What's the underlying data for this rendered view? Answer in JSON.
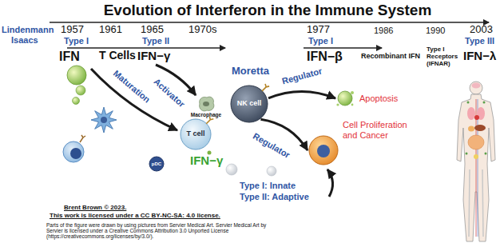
{
  "diagram": {
    "title": "Evolution of Interferon in the Immune System",
    "nodes": [
      {
        "text": [
          "NK cell"
        ]
      },
      {
        "text": [
          "Macrophage"
        ]
      },
      {
        "text": [
          "Apoptosis"
        ]
      },
      {
        "text": [
          "T cell"
        ]
      },
      {
        "text": [
          "Cell Proliferation and Cancer"
        ]
      },
      {
        "text": [
          "pDC"
        ]
      }
    ],
    "edges": [
      {
        "from": 0,
        "to": 2,
        "label": "Regulator",
        "arrow": "to"
      },
      {
        "from": 0,
        "to": 4,
        "label": "Regulator",
        "arrow": "to"
      }
    ],
    "labels": [
      "Lindenmann",
      "Isaacs",
      "1957",
      "1961",
      "1965",
      "1970s",
      "1977",
      "1986",
      "1990",
      "2003",
      "Type I",
      "IFN",
      "T Cells",
      "Type II",
      "IFN−γ",
      "Moretta",
      "Type I",
      "IFN−β",
      "Recombinant IFN",
      "Type I Receptors (IFNAR)",
      "Type III",
      "IFN−λ",
      "Maturation",
      "Activator",
      "IFN−γ",
      "Type I: Innate",
      "Type II: Adaptive",
      "Brent Brown © 2023.",
      "This work is licensed under a CC BY-NC-SA: 4.0 license.",
      "Parts of the figure were drawn by using pictures from Servier Medical Art. Servier Medical Art by Servier is licensed under a Creative Commons Attribution 3.0 Unported License (https://creativecommons.org/licenses/by/3.0/)."
    ]
  }
}
